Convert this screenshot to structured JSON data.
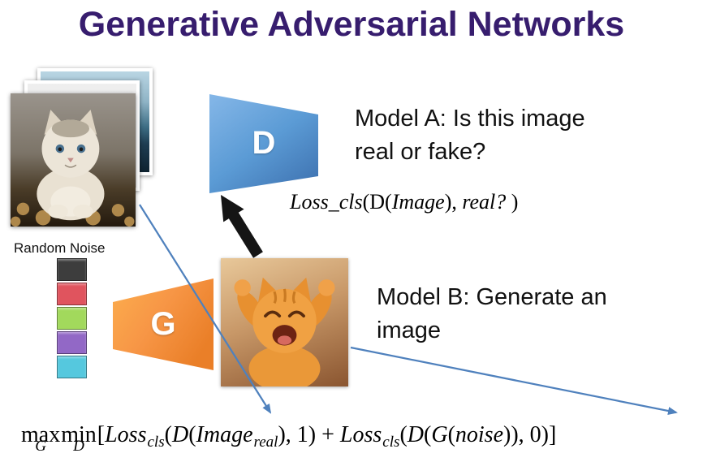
{
  "title": "Generative Adversarial Networks",
  "discriminator_label": "D",
  "generator_label": "G",
  "model_a": {
    "line1": "Model A: Is this image",
    "line2": "real or fake?"
  },
  "model_b": {
    "line1": "Model B: Generate an",
    "line2": "image"
  },
  "random_noise_label": "Random Noise",
  "noise": {
    "colors": [
      "#3d3d3d",
      "#e0545e",
      "#a2d95c",
      "#9268c6",
      "#55c8de"
    ]
  },
  "colors": {
    "title": "#371d6e",
    "discriminator_fill": "#5b9bd5",
    "generator_fill": "#f79646",
    "flow_arrow": "#4f81bd",
    "feedback_arrow": "#151515"
  },
  "formula_top": {
    "loss": "Loss_cls",
    "open1": "(",
    "d": "D",
    "open2": "(",
    "image": "Image",
    "close": "), ",
    "real": "real?",
    "end": " )"
  },
  "formula_bottom": {
    "max_op": "max",
    "max_sub": "G",
    "min_op": "min",
    "min_sub": "D",
    "bracket_open": "[",
    "loss1": "Loss",
    "loss1_sub": "cls",
    "open1": "(",
    "d1": "D",
    "open2": "(",
    "image": "Image",
    "image_sub": "real",
    "mid": "), 1) + ",
    "loss2": "Loss",
    "loss2_sub": "cls",
    "open3": "(",
    "d2": "D",
    "open4": "(",
    "g": "G",
    "open5": "(",
    "noise_arg": "noise",
    "end": ")), 0)]"
  }
}
